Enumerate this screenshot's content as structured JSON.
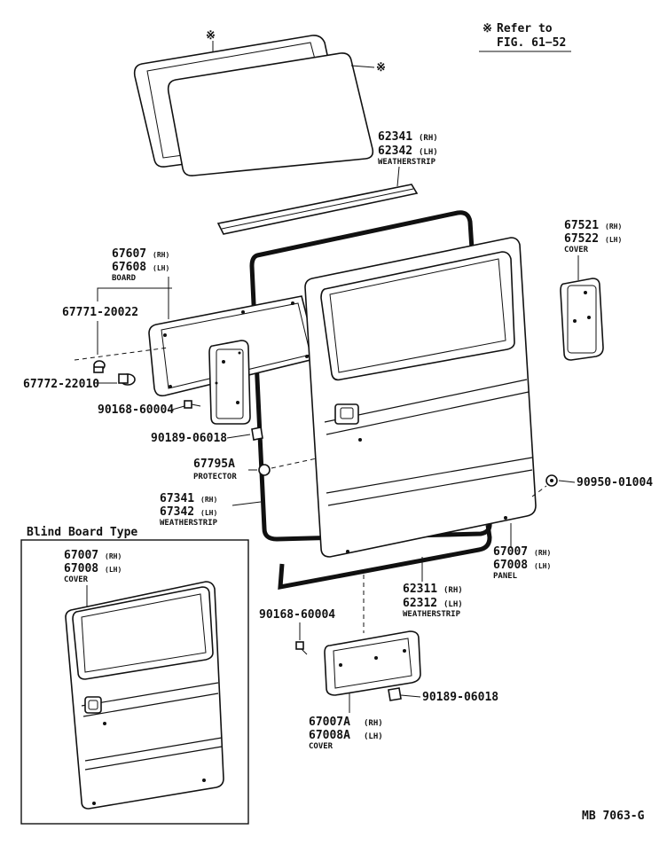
{
  "note": {
    "mark": "※",
    "text": "Refer to",
    "ref": "FIG. 61−52"
  },
  "mark": "※",
  "labels": {
    "l62341": "62341",
    "l62342": "62342",
    "weatherstrip_a": "WEATHERSTRIP",
    "l67521": "67521",
    "l67522": "67522",
    "cover_a": "COVER",
    "l67607": "67607",
    "l67608": "67608",
    "board": "BOARD",
    "l67771": "67771-20022",
    "l67772": "67772-22010",
    "l90168a": "90168-60004",
    "l90189a": "90189-06018",
    "l67795": "67795A",
    "protector": "PROTECTOR",
    "l90950": "90950-01004",
    "l67341": "67341",
    "l67342": "67342",
    "weatherstrip_b": "WEATHERSTRIP",
    "l67007": "67007",
    "l67008": "67008",
    "panel": "PANEL",
    "l62311": "62311",
    "l62312": "62312",
    "weatherstrip_c": "WEATHERSTRIP",
    "l90168b": "90168-60004",
    "l90189b": "90189-06018",
    "l67007a": "67007A",
    "l67008a": "67008A",
    "cover_b": "COVER"
  },
  "sides": {
    "rh": "(RH)",
    "lh": "(LH)"
  },
  "blind": {
    "title": "Blind Board Type",
    "l67007": "67007",
    "l67008": "67008",
    "cover": "COVER"
  },
  "footer": {
    "code": "MB 7063-G"
  }
}
